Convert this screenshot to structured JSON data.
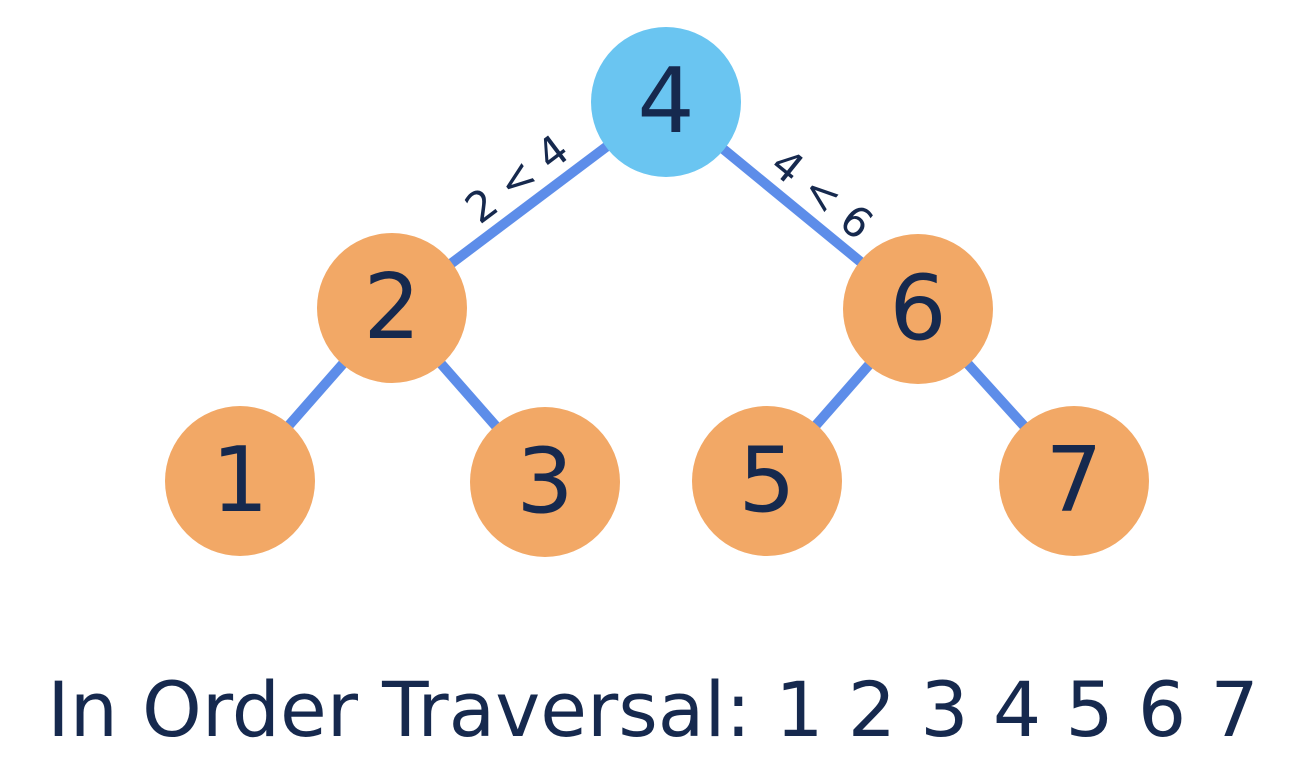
{
  "diagram": {
    "type": "binary-search-tree",
    "nodes": [
      {
        "id": "root",
        "value": "4",
        "role": "root"
      },
      {
        "id": "n2",
        "value": "2",
        "role": "internal"
      },
      {
        "id": "n6",
        "value": "6",
        "role": "internal"
      },
      {
        "id": "n1",
        "value": "1",
        "role": "leaf"
      },
      {
        "id": "n3",
        "value": "3",
        "role": "leaf"
      },
      {
        "id": "n5",
        "value": "5",
        "role": "leaf"
      },
      {
        "id": "n7",
        "value": "7",
        "role": "leaf"
      }
    ],
    "edges": [
      {
        "from": "4",
        "to": "2"
      },
      {
        "from": "4",
        "to": "6"
      },
      {
        "from": "2",
        "to": "1"
      },
      {
        "from": "2",
        "to": "3"
      },
      {
        "from": "6",
        "to": "5"
      },
      {
        "from": "6",
        "to": "7"
      }
    ],
    "edge_labels": [
      {
        "text": "2 < 4"
      },
      {
        "text": "4 < 6"
      }
    ],
    "caption": {
      "label": "In Order Traversal:",
      "sequence": "1 2 3 4 5 6 7"
    },
    "colors": {
      "root_fill": "#6ac5f1",
      "node_fill": "#f2a866",
      "edge": "#5d8de9",
      "text": "#16294e"
    }
  }
}
